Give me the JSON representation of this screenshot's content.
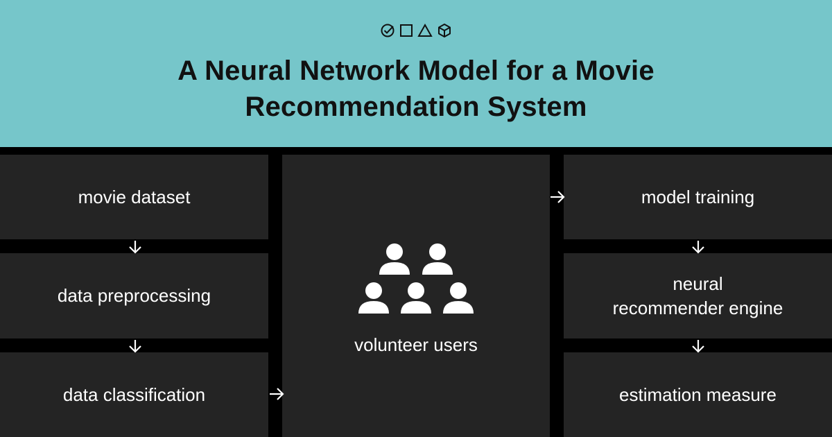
{
  "header": {
    "icons": [
      "check-circle-icon",
      "square-icon",
      "triangle-icon",
      "cube-icon"
    ],
    "title_line1": "A Neural Network Model for a Movie",
    "title_line2": "Recommendation System"
  },
  "flow": {
    "left": {
      "step1": "movie dataset",
      "step2": "data preprocessing",
      "step3": "data classification"
    },
    "center": {
      "label": "volunteer users",
      "icon": "users-group-icon"
    },
    "right": {
      "step1": "model training",
      "step2_line1": "neural",
      "step2_line2": "recommender engine",
      "step3": "estimation measure"
    }
  },
  "colors": {
    "header_bg": "#76c6ca",
    "box_bg": "#242424",
    "page_bg": "#000000",
    "text_light": "#ffffff",
    "text_dark": "#111111"
  }
}
